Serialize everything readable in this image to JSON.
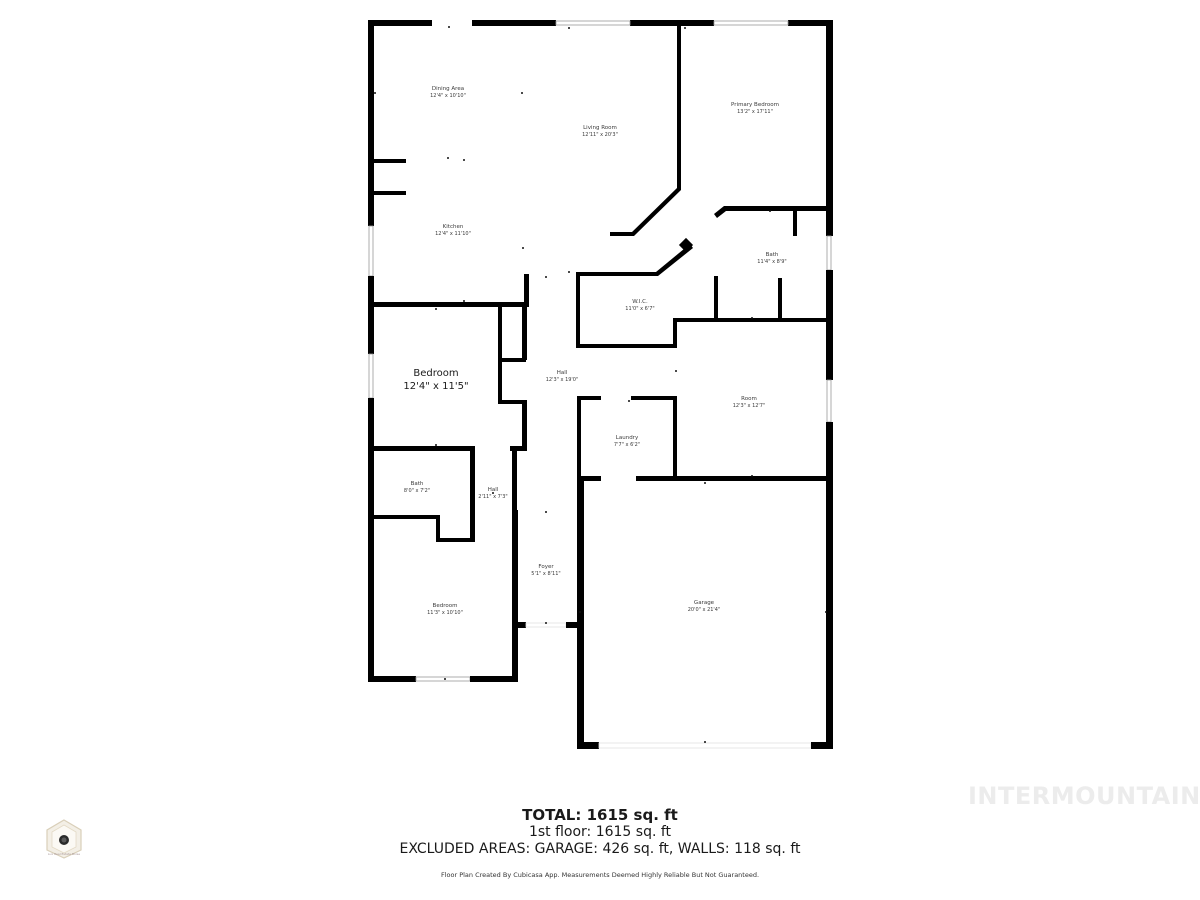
{
  "floor_plan": {
    "rooms": [
      {
        "id": "dining-area",
        "name": "Dining Area",
        "dims": "12'4\" x 10'10\""
      },
      {
        "id": "living-room",
        "name": "Living Room",
        "dims": "12'11\" x 20'3\""
      },
      {
        "id": "primary-bedroom",
        "name": "Primary Bedroom",
        "dims": "13'2\" x 17'11\""
      },
      {
        "id": "kitchen",
        "name": "Kitchen",
        "dims": "12'4\" x 11'10\""
      },
      {
        "id": "primary-bath",
        "name": "Bath",
        "dims": "11'4\" x 8'9\""
      },
      {
        "id": "wic",
        "name": "W.I.C.",
        "dims": "11'0\" x 6'7\""
      },
      {
        "id": "bedroom-2",
        "name": "Bedroom",
        "dims": "12'4\" x 11'5\""
      },
      {
        "id": "hall-main",
        "name": "Hall",
        "dims": "12'3\" x 19'0\""
      },
      {
        "id": "room",
        "name": "Room",
        "dims": "12'3\" x 12'7\""
      },
      {
        "id": "laundry",
        "name": "Laundry",
        "dims": "7'7\" x 6'2\""
      },
      {
        "id": "bath-2",
        "name": "Bath",
        "dims": "8'0\" x 7'2\""
      },
      {
        "id": "hall-small",
        "name": "Hall",
        "dims": "2'11\" x 7'3\""
      },
      {
        "id": "foyer",
        "name": "Foyer",
        "dims": "5'1\" x 8'11\""
      },
      {
        "id": "garage",
        "name": "Garage",
        "dims": "20'0\" x 21'4\""
      },
      {
        "id": "bedroom-3",
        "name": "Bedroom",
        "dims": "11'3\" x 10'10\""
      }
    ]
  },
  "summary": {
    "total": "TOTAL: 1615 sq. ft",
    "floor": "1st floor: 1615 sq. ft",
    "excluded": "EXCLUDED AREAS: GARAGE: 426 sq. ft, WALLS: 118 sq. ft",
    "disclaimer": "Floor Plan Created By Cubicasa App. Measurements Deemed Highly Reliable But Not Guaranteed."
  },
  "branding": {
    "watermark": "INTERMOUNTAIN",
    "logo_caption": "Lux Real Estate Boise"
  },
  "colors": {
    "wall": "#000000",
    "label": "#3a3a3a",
    "watermark": "#ececec"
  }
}
